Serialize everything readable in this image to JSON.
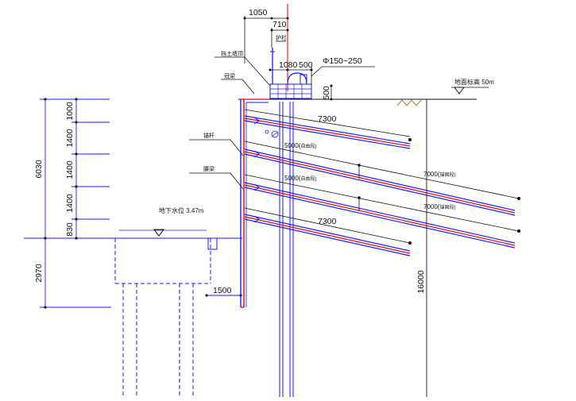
{
  "colors": {
    "blue": "#1a1aff",
    "red": "#e00000",
    "black": "#111111",
    "ground": "#b07a2c"
  },
  "top_dims": {
    "d1050": "1050",
    "d710": "710",
    "d1080": "1080",
    "d500a": "500",
    "pipe_dia": "Φ150~250",
    "d500b": "500"
  },
  "callouts": {
    "top_a": "挡土墙顶",
    "top_b": "冠梁",
    "rail": "护栏",
    "ground_level": "地面标高 50m",
    "water_level": "地下水位 3.47m",
    "anchor_a": "锚杆",
    "anchor_b": "腰梁"
  },
  "left_dims": {
    "total": "6030",
    "seg1": "1000",
    "seg2": "1400",
    "seg3": "1400",
    "seg4": "1400",
    "seg5": "830",
    "below": "2970"
  },
  "bottom_dims": {
    "offset": "1500",
    "depth": "16000"
  },
  "anchors": [
    {
      "length": "7300",
      "note": ""
    },
    {
      "length": "5000(",
      "note": "自由段)",
      "length2": "7000(",
      "note2": "锚固段)"
    },
    {
      "length": "5000(",
      "note": "自由段)",
      "length2": "7000(",
      "note2": "锚固段)"
    },
    {
      "length": "7300",
      "note": ""
    }
  ]
}
